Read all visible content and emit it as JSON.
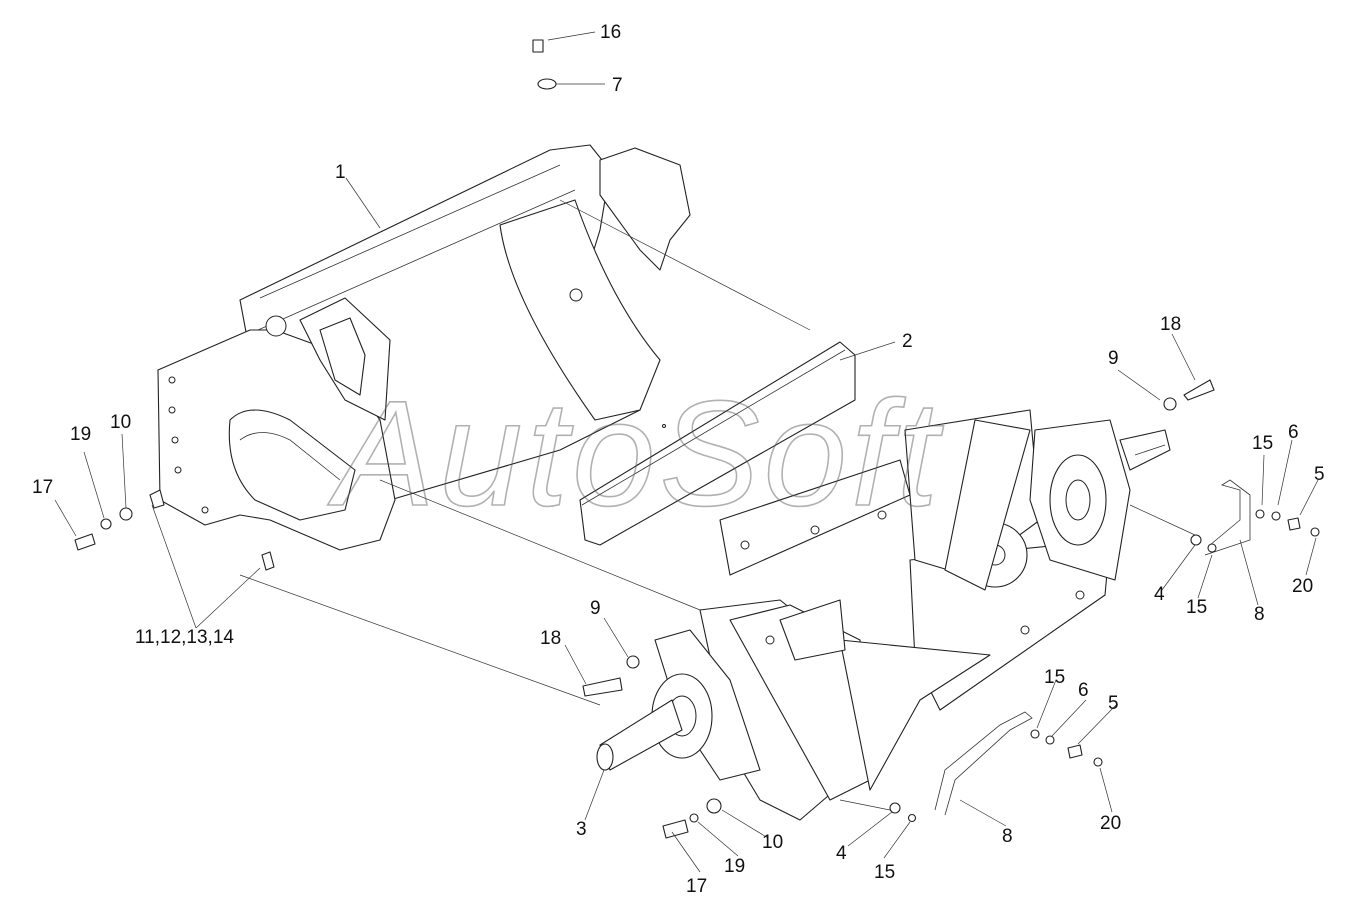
{
  "watermark": "AutoSoft",
  "callouts": [
    "16",
    "7",
    "1",
    "2",
    "18",
    "9",
    "15",
    "6",
    "5",
    "4",
    "15",
    "8",
    "20",
    "17",
    "19",
    "10",
    "11,12,13,14",
    "9",
    "18",
    "3",
    "10",
    "19",
    "17",
    "15",
    "6",
    "5",
    "4",
    "15",
    "8",
    "20"
  ]
}
